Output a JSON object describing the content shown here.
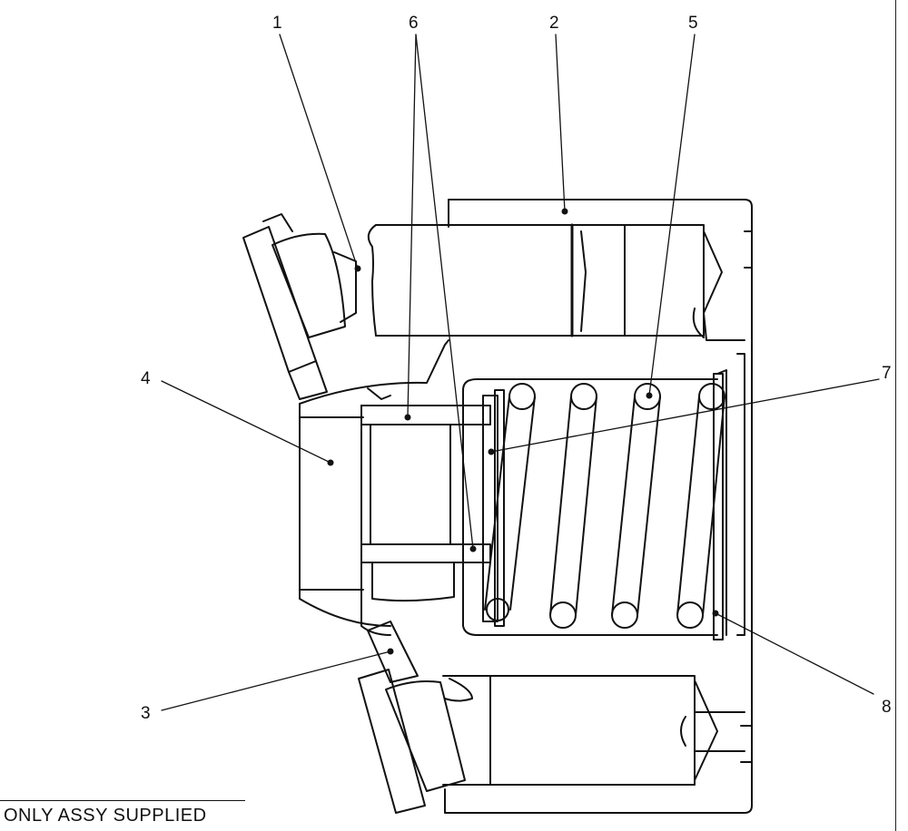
{
  "callouts": {
    "c1": "1",
    "c2": "2",
    "c3": "3",
    "c4": "4",
    "c5": "5",
    "c6": "6",
    "c7": "7",
    "c8": "8"
  },
  "caption": "ONLY  ASSY  SUPPLIED",
  "colors": {
    "line": "#111111",
    "background": "#ffffff"
  }
}
